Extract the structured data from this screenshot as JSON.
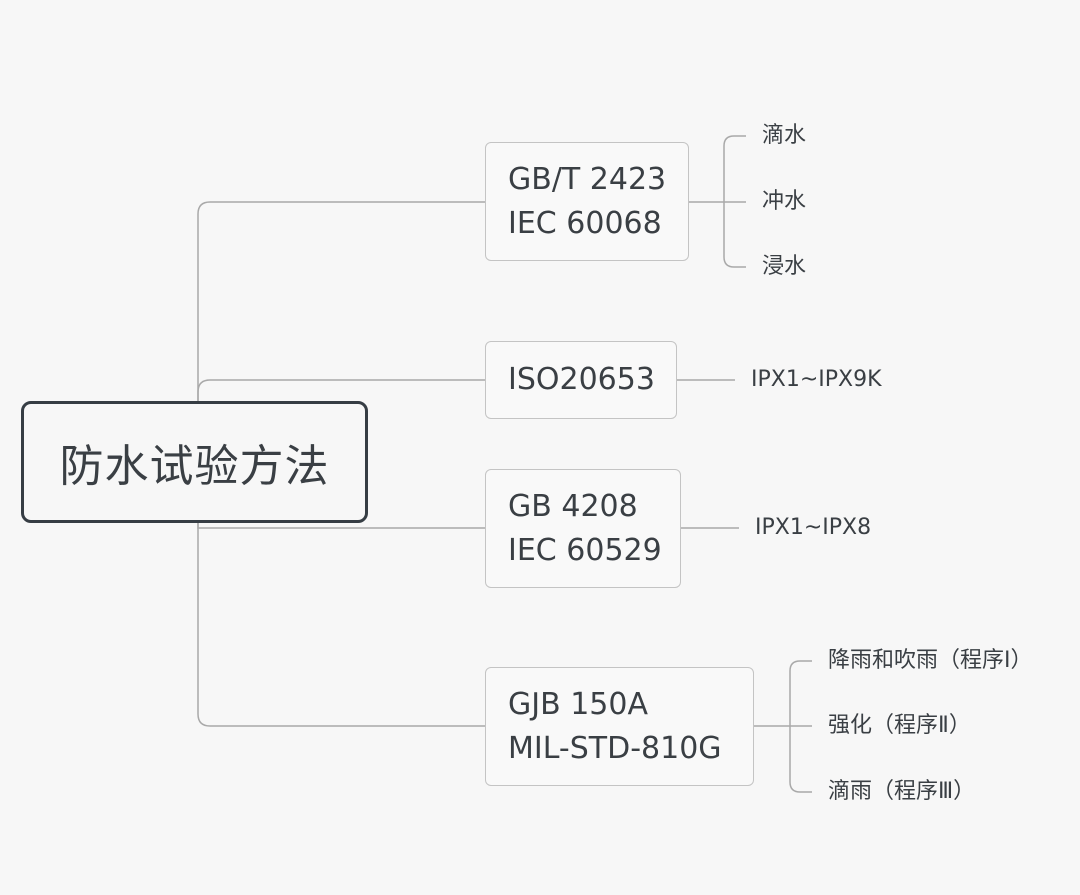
{
  "root": {
    "label": "防水试验方法"
  },
  "branches": [
    {
      "standard_lines": [
        "GB/T 2423",
        "IEC 60068"
      ],
      "items": [
        "滴水",
        "冲水",
        "浸水"
      ]
    },
    {
      "standard_lines": [
        "ISO20653"
      ],
      "items": [
        "IPX1~IPX9K"
      ]
    },
    {
      "standard_lines": [
        "GB 4208",
        "IEC 60529"
      ],
      "items": [
        "IPX1~IPX8"
      ]
    },
    {
      "standard_lines": [
        "GJB 150A",
        "MIL-STD-810G"
      ],
      "items": [
        "降雨和吹雨（程序Ⅰ）",
        "强化（程序Ⅱ）",
        "滴雨（程序Ⅲ）"
      ]
    }
  ],
  "colors": {
    "background": "#f7f7f7",
    "root_border": "#363d44",
    "node_border": "#c4c4c4",
    "connector": "#a9a9a9",
    "text": "#3a3f44"
  }
}
